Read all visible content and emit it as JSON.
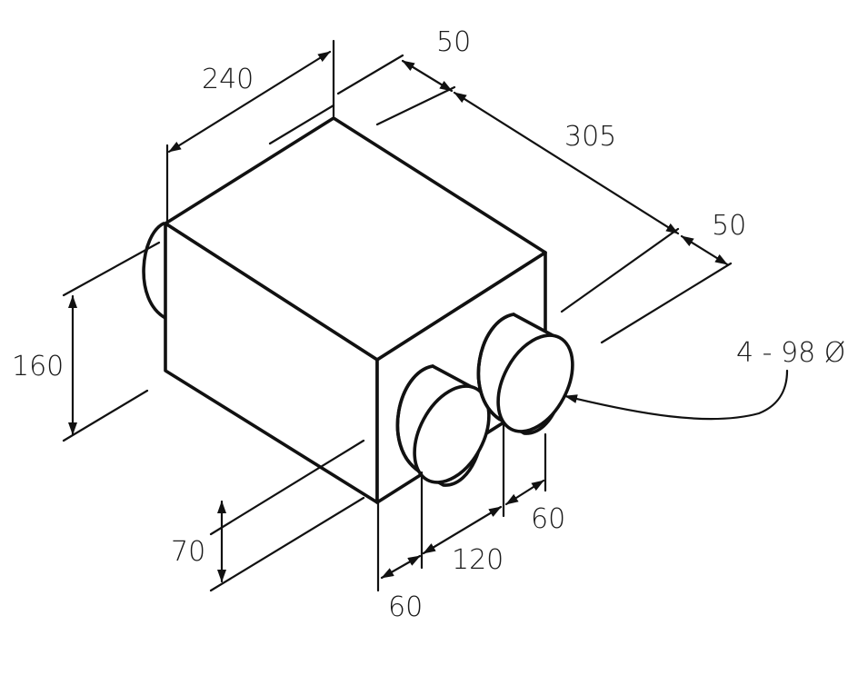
{
  "dimensions": {
    "width": "240",
    "offset_top_left": "50",
    "depth": "305",
    "offset_top_right": "50",
    "height": "160",
    "spigot_spec": "4 - 98  Ø",
    "base_offset": "70",
    "spigot_edge_left": "60",
    "spigot_spacing": "120",
    "spigot_edge_right": "60"
  },
  "colors": {
    "line": "#111111",
    "background": "#ffffff"
  }
}
